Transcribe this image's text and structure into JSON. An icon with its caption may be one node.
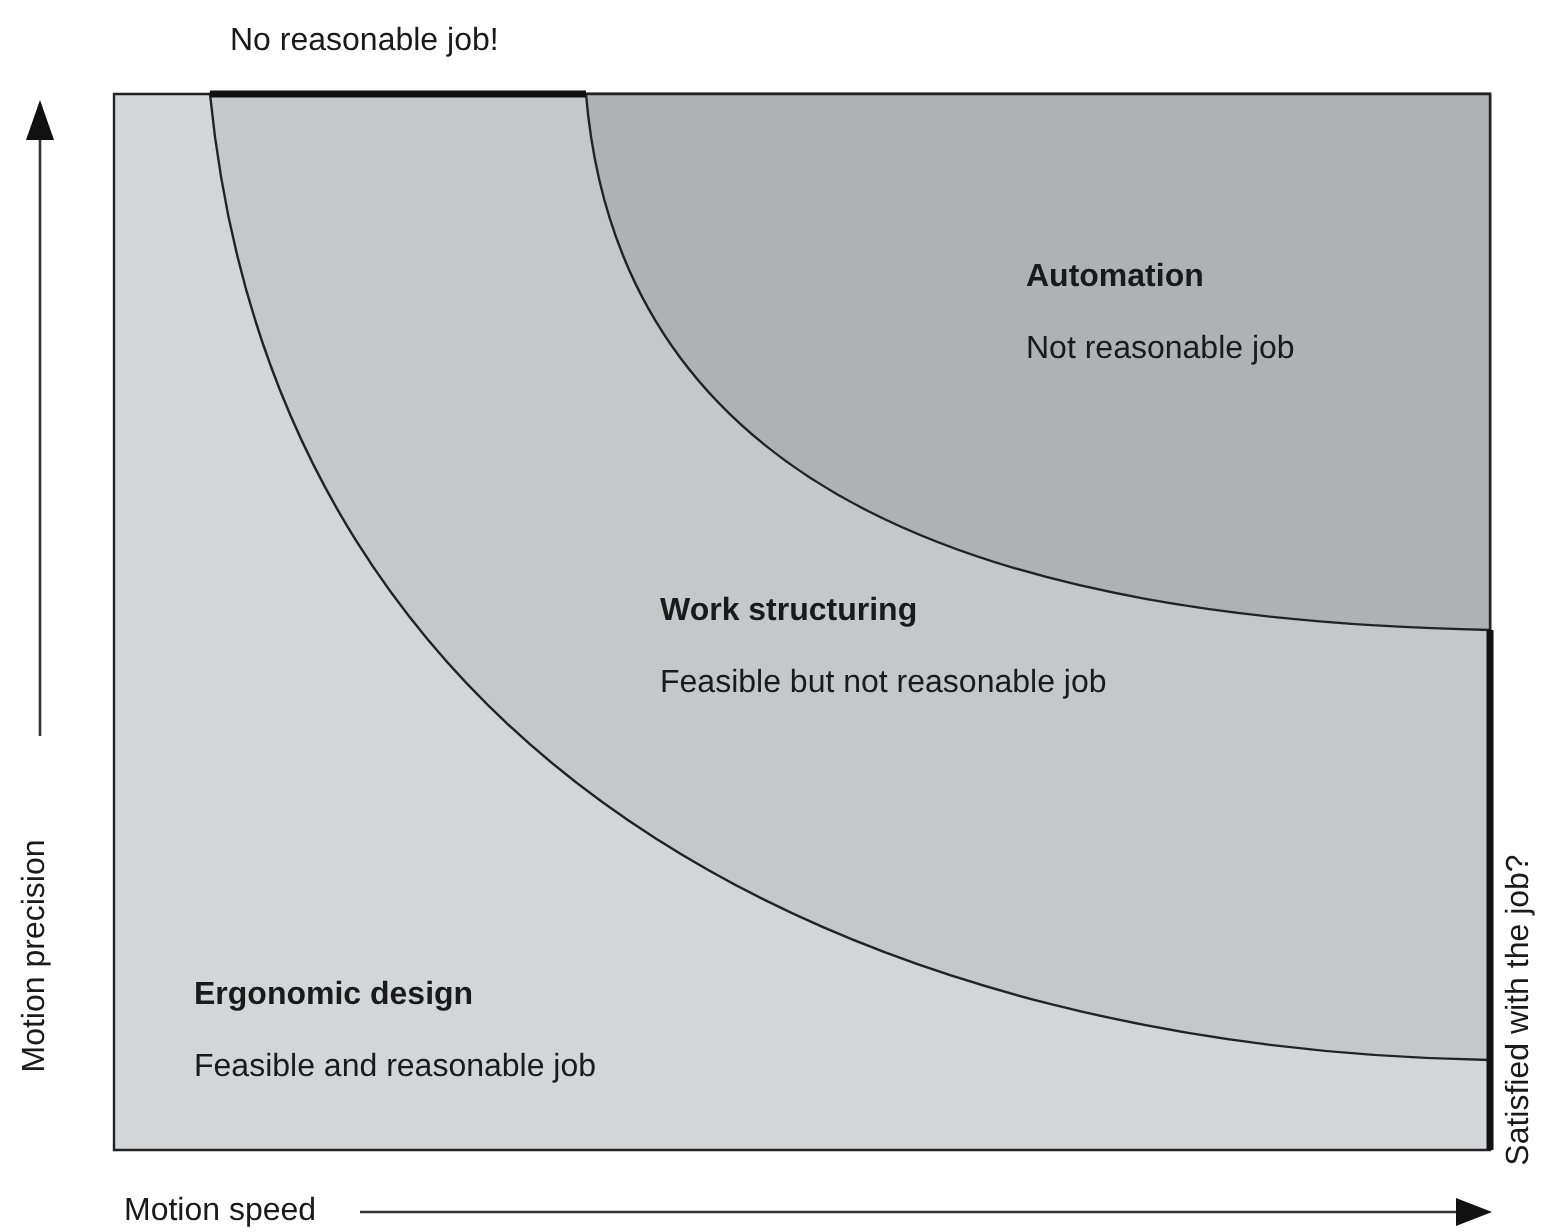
{
  "diagram": {
    "nodes": [
      {
        "text": [
          "Ergonomic design",
          "Feasible and reasonable job"
        ]
      },
      {
        "text": [
          "Work structuring",
          "Feasible but not reasonable job"
        ],
        "in": 0
      },
      {
        "text": [
          "Automation",
          "Not reasonable job"
        ],
        "in": 1
      }
    ],
    "labels": [
      "No reasonable job!",
      "Motion precision",
      "Satisfied with the job?",
      "Motion speed"
    ]
  }
}
